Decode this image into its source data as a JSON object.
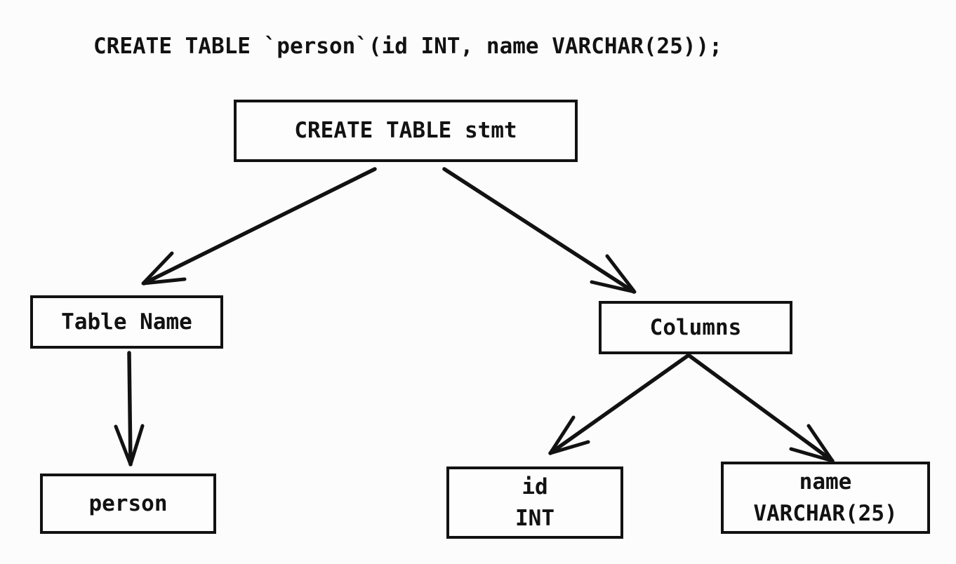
{
  "sql_statement": "CREATE TABLE `person`(id INT, name VARCHAR(25));",
  "tree": {
    "root": {
      "label": "CREATE TABLE stmt"
    },
    "table_name": {
      "label": "Table Name"
    },
    "columns": {
      "label": "Columns"
    },
    "person": {
      "label": "person"
    },
    "column_id": {
      "line1": "id",
      "line2": "INT"
    },
    "column_name": {
      "line1": "name",
      "line2": "VARCHAR(25)"
    }
  },
  "edges": [
    {
      "from": "CREATE TABLE stmt",
      "to": "Table Name"
    },
    {
      "from": "CREATE TABLE stmt",
      "to": "Columns"
    },
    {
      "from": "Table Name",
      "to": "person"
    },
    {
      "from": "Columns",
      "to": "id INT"
    },
    {
      "from": "Columns",
      "to": "name VARCHAR(25)"
    }
  ],
  "colors": {
    "background": "#fcfcfc",
    "ink": "#121212",
    "box_fill": "#fdfdfd"
  }
}
